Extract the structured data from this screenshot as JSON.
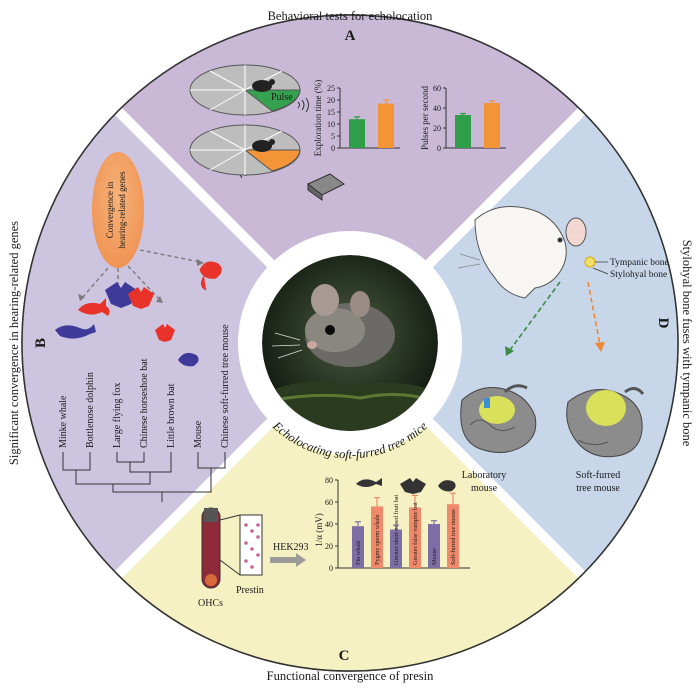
{
  "titles": {
    "a": "Behavioral tests for echolocation",
    "b": "Significant convergence in hearing-related genes",
    "c": "Functional convergence of presin",
    "d": "Stylohyal bone fuses with tympanic bone",
    "center": "Echolocating soft-furred tree mice"
  },
  "letters": {
    "a": "A",
    "b": "B",
    "c": "C",
    "d": "D"
  },
  "panel_a": {
    "pulse_label": "Pulse",
    "chart1": {
      "ylabel": "Exploration time (%)",
      "ticks": [
        "0",
        "5",
        "10",
        "15",
        "20",
        "25"
      ]
    },
    "chart2": {
      "ylabel": "Pulses per second",
      "ticks": [
        "0",
        "20",
        "40",
        "60"
      ]
    }
  },
  "panel_b": {
    "ellipse_label_1": "Convergence in",
    "ellipse_label_2": "hearing-related genes",
    "species": [
      "Minke whale",
      "Bottlenose dolphin",
      "Large flying fox",
      "Chinese horseshoe bat",
      "Little brown bat",
      "Mouse",
      "Chinese soft-furred tree mouse"
    ]
  },
  "panel_c": {
    "ohcs": "OHCs",
    "prestin": "Prestin",
    "hek": "HEK293",
    "ylabel": "1/α (mV)",
    "ticks": [
      "0",
      "20",
      "40",
      "60",
      "80"
    ],
    "bar_labels": [
      "Fin whale",
      "Pygmy sperm whale",
      "Greater short-nosed fruit bat",
      "Greater false vampire bat",
      "Mouse",
      "Soft-furred tree mouse"
    ]
  },
  "panel_d": {
    "tympanic": "Tympanic bone",
    "stylohyal": "Stylohyal bone",
    "lab1": "Laboratory",
    "lab2": "mouse",
    "tree1": "Soft-furred",
    "tree2": "tree mouse"
  },
  "chart_data": [
    {
      "type": "bar",
      "categories": [
        "green",
        "orange"
      ],
      "values": [
        12,
        18.5
      ],
      "errors": [
        1,
        1.5
      ],
      "ylim": [
        0,
        25
      ],
      "ylabel": "Exploration time (%)",
      "colors": [
        "#2e9e48",
        "#f39436"
      ]
    },
    {
      "type": "bar",
      "categories": [
        "green",
        "orange"
      ],
      "values": [
        33,
        45
      ],
      "errors": [
        1.5,
        2
      ],
      "ylim": [
        0,
        60
      ],
      "ylabel": "Pulses per second",
      "colors": [
        "#2e9e48",
        "#f39436"
      ]
    },
    {
      "type": "bar",
      "categories": [
        "Fin whale",
        "Pygmy sperm whale",
        "Greater short-nosed fruit bat",
        "Greater false vampire bat",
        "Mouse",
        "Soft-furred tree mouse"
      ],
      "values": [
        38,
        56,
        35,
        55,
        40,
        58
      ],
      "errors": [
        4,
        8,
        4,
        11,
        3,
        10
      ],
      "ylim": [
        0,
        80
      ],
      "ylabel": "1/α (mV)",
      "colors": [
        "#7d6fa6",
        "#f0886a",
        "#7d6fa6",
        "#f0886a",
        "#7d6fa6",
        "#f0886a"
      ]
    }
  ]
}
